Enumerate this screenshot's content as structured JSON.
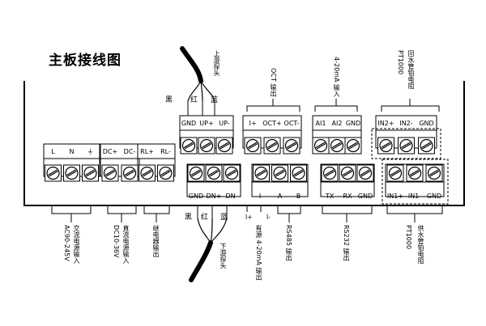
{
  "title": "主板接线图",
  "cables": {
    "upstream": {
      "label": "上游探头",
      "colors": [
        "黑",
        "红",
        "蓝"
      ]
    },
    "downstream": {
      "label": "下游探头",
      "colors": [
        "黑",
        "红",
        "蓝"
      ]
    }
  },
  "top_blocks": {
    "power": [
      "L",
      "N",
      "⏚"
    ],
    "dc": [
      "DC+",
      "DC-"
    ],
    "relay": [
      "RL+",
      "RL-"
    ],
    "up_probe": [
      "GND",
      "UP+",
      "UP-"
    ],
    "oct": [
      "I+",
      "OCT+",
      "OCT-"
    ],
    "ai": [
      "AI1",
      "AI2",
      "GND"
    ],
    "in2": [
      "IN2+",
      "IN2-",
      "GND"
    ]
  },
  "bottom_blocks": {
    "down_probe": [
      "GND",
      "DN+",
      "DN-"
    ],
    "current": [
      "I-",
      "A",
      "B"
    ],
    "rs232": [
      "TX",
      "RX",
      "GND"
    ],
    "in1": [
      "IN1+",
      "IN1-",
      "GND"
    ]
  },
  "top_labels": {
    "oct": "OCT 输出",
    "ai": "4-20mA 输入",
    "return": "回水管铂电阻",
    "return_sensor": "PT1000"
  },
  "bottom_labels": {
    "ac_power": "交流电源输入",
    "ac_range": "AC90-245V",
    "dc_power": "直流电源输入",
    "dc_range": "DC10-36V",
    "relay": "继电器输出",
    "current_i_plus": "I+",
    "current_i_minus": "I-",
    "current_out": "有源 4-20mA 输出",
    "rs485": "RS485 输出",
    "rs232": "RS232 输出",
    "supply": "供水管铂电阻",
    "supply_sensor": "PT1000"
  }
}
